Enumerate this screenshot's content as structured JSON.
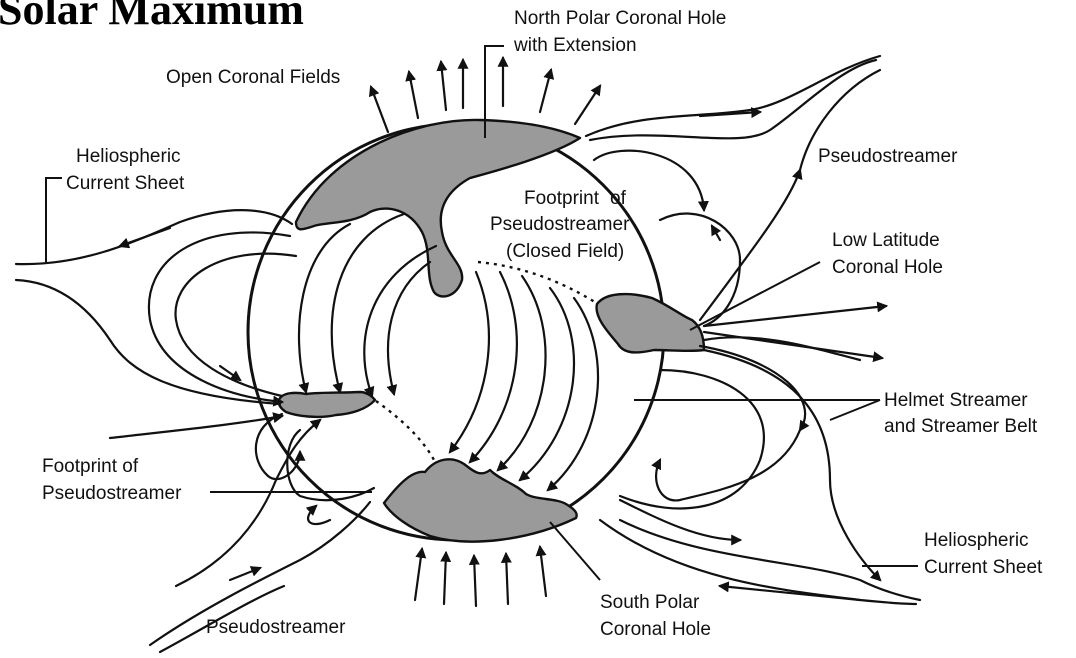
{
  "title": "Solar Maximum",
  "labels": {
    "north_polar_hole_1": "North Polar Coronal Hole",
    "north_polar_hole_2": "with Extension",
    "open_fields": "Open Coronal Fields",
    "hcs_left_1": "Heliospheric",
    "hcs_left_2": "Current Sheet",
    "pseudostreamer_right": "Pseudostreamer",
    "footprint_closed_1": "Footprint",
    "footprint_closed_2": "of",
    "footprint_closed_3": "Pseudostreamer",
    "footprint_closed_4": "(Closed Field)",
    "low_lat_1": "Low Latitude",
    "low_lat_2": "Coronal Hole",
    "helmet_1": "Helmet Streamer",
    "helmet_2": "and Streamer Belt",
    "footprint_left_1": "Footprint of",
    "footprint_left_2": "Pseudostreamer",
    "hcs_right_1": "Heliospheric",
    "hcs_right_2": "Current Sheet",
    "south_polar_1": "South Polar",
    "south_polar_2": "Coronal Hole",
    "pseudostreamer_bottom": "Pseudostreamer"
  },
  "colors": {
    "coronal_hole_fill": "#9a9a9a",
    "line": "#111111"
  }
}
